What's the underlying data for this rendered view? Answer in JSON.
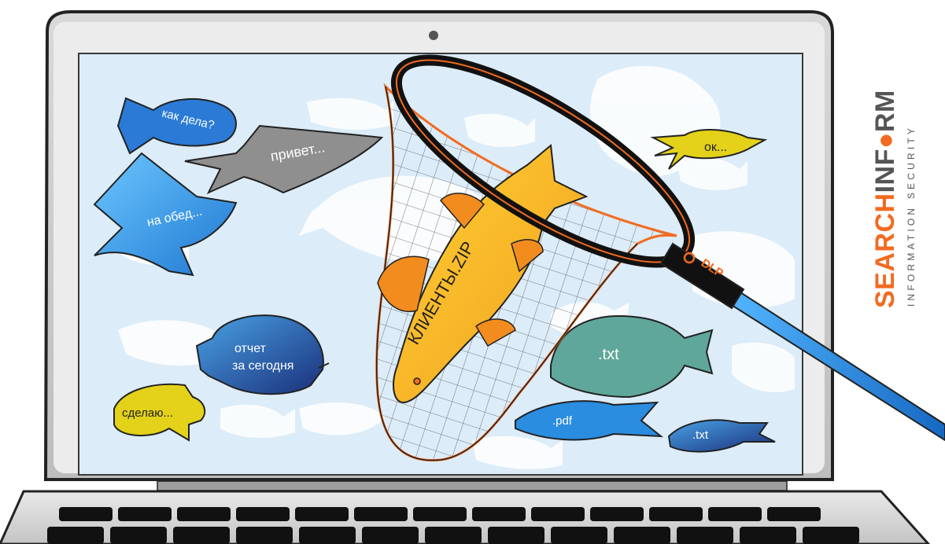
{
  "brand": {
    "name_part1": "SEARCH",
    "name_part2": "INF",
    "name_part3": "RM",
    "tagline": "INFORMATION SECURITY",
    "accent_color": "#f26b21",
    "text_color": "#555555"
  },
  "net": {
    "handle_label": "DLP",
    "handle_color": "#1e88e5"
  },
  "fish": {
    "kak_dela": "как дела?",
    "privet": "привет...",
    "na_obed": "на обед...",
    "ok": "ок...",
    "otchet_line1": "отчет",
    "otchet_line2": "за сегодня",
    "sdelayu": "сделаю...",
    "klienty": "КЛИЕНТЫ.ZIP",
    "txt_big": ".txt",
    "pdf": ".pdf",
    "txt_small": ".txt"
  },
  "colors": {
    "screen_bg": "#dcecf8",
    "laptop_frame": "#c9c9c9",
    "bezel": "#e6e6e6"
  }
}
